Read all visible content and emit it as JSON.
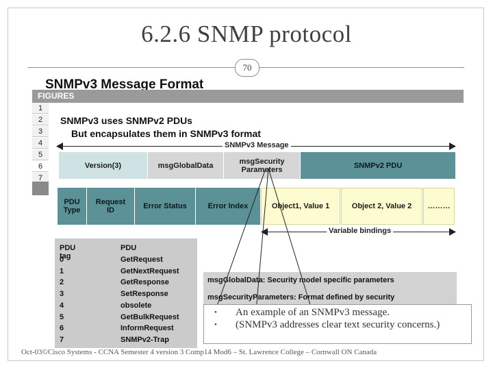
{
  "slide": {
    "title": "6.2.6  SNMP protocol",
    "page_number": "70",
    "footer": "Oct-03©Cisco Systems - CCNA Semester 4 version 3 Comp14 Mod6 – St. Lawrence College – Cornwall ON Canada"
  },
  "figure": {
    "heading": "SNMPv3 Message Format",
    "figures_label": "FIGURES",
    "tabs": [
      "1",
      "2",
      "3",
      "4",
      "5",
      "6",
      "7"
    ],
    "subtitle_line1": "SNMPv3 uses SNMPv2 PDUs",
    "subtitle_line2": "But encapsulates them in SNMPv3 format",
    "message_label": "SNMPv3 Message",
    "message_fields": {
      "version": "Version(3)",
      "global_data": "msgGlobalData",
      "security_params_1": "msgSecurity",
      "security_params_2": "Parameters",
      "pdu": "SNMPv2 PDU"
    },
    "pdu_fields": {
      "pdu_type_1": "PDU",
      "pdu_type_2": "Type",
      "request_id_1": "Request",
      "request_id_2": "ID",
      "error_status": "Error Status",
      "error_index": "Error Index",
      "object1": "Object1, Value 1",
      "object2": "Object 2, Value 2",
      "ellipsis": "………"
    },
    "variable_bindings_label": "Variable bindings",
    "pdu_table": {
      "headers": [
        "PDU tag",
        "PDU"
      ],
      "rows": [
        [
          "0",
          "GetRequest"
        ],
        [
          "1",
          "GetNextRequest"
        ],
        [
          "2",
          "GetResponse"
        ],
        [
          "3",
          "SetResponse"
        ],
        [
          "4",
          "obsolete"
        ],
        [
          "5",
          "GetBulkRequest"
        ],
        [
          "6",
          "InformRequest"
        ],
        [
          "7",
          "SNMPv2-Trap"
        ]
      ]
    },
    "descriptions": {
      "global_data": "msgGlobalData: Security model specific parameters",
      "security_params": "msgSecurityParameters: Format defined by security"
    }
  },
  "notes": [
    "An example of an SNMPv3 message.",
    "(SNMPv3 addresses clear text security concerns.)"
  ]
}
